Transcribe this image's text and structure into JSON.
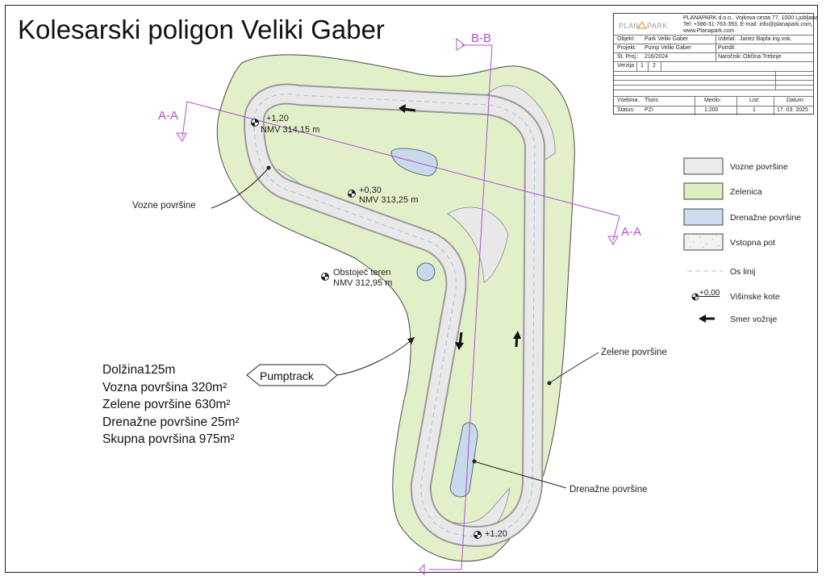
{
  "title": "Kolesarski poligon Veliki Gaber",
  "title_block": {
    "company": "PLANAPARK d.o.o., Vojkova cesta 77, 1000 Ljubljana",
    "contact": "Tel: +386-31-763-393, E-mail: info@planapark.com,",
    "web": "www.Planapark.com",
    "logo_text": "PLANAPARK",
    "objekt_label": "Objekt:",
    "objekt_value": "Park Veliki Gaber",
    "izdelal_label": "Izdelal:",
    "izdelal_value": "Janez Bajda ing.vok.",
    "projekt_label": "Projekt:",
    "projekt_value": "Pump Veliki Gaber",
    "potrdil_label": "Potrdil:",
    "st_proj_label": "Št. Proj.:",
    "st_proj_value": "216/2024",
    "narocnik_label": "Naročnik:",
    "narocnik_value": "Občina Trebnje",
    "verzija_label": "Verzija",
    "verzija_1": "1",
    "verzija_2": "2",
    "vsebina_label": "Vsebina:",
    "vsebina_value": "Tloris",
    "merilo_label": "Merilo:",
    "merilo_value": "1:200",
    "list_label": "List:",
    "list_value": "1",
    "datum_label": "Datum:",
    "datum_value": "17. 03. 2025",
    "status_label": "Status:",
    "status_value": "PZI"
  },
  "sections": {
    "aa": "A-A",
    "bb": "B-B"
  },
  "elevations": {
    "top": {
      "kota": "+1,20",
      "nmv": "NMV 314,15 m"
    },
    "mid": {
      "kota": "+0,30",
      "nmv": "NMV 313,25 m"
    },
    "terrain": {
      "label": "Obstoječ teren",
      "nmv": "NMV 312,95 m"
    },
    "bottom": {
      "kota": "+1,20"
    }
  },
  "callouts": {
    "vozne": "Vozne površine",
    "zelene": "Zelene površine",
    "drenazne": "Drenažne površine",
    "pumptrack": "Pumptrack"
  },
  "stats": [
    "Dolžina125m",
    "Vozna površina 320m²",
    "Zelene površine 630m²",
    "Drenažne površine 25m²",
    "Skupna površina 975m²"
  ],
  "legend": [
    {
      "key": "vozne",
      "label": "Vozne površine",
      "color": "#ececec"
    },
    {
      "key": "zelenica",
      "label": "Zelenica",
      "color": "#dcedc1"
    },
    {
      "key": "drenazne",
      "label": "Drenažne površine",
      "color": "#cddcec"
    },
    {
      "key": "vstopna",
      "label": "Vstopna pot",
      "color": "#f2f2f2"
    },
    {
      "key": "os",
      "label": "Os linij",
      "color": "#9fc6e0"
    },
    {
      "key": "kote",
      "label": "Višinske kote",
      "sample": "+0,00"
    },
    {
      "key": "smer",
      "label": "Smer vožnje"
    }
  ],
  "colors": {
    "green": "#e2f0c9",
    "track": "#e8e8e9",
    "track_edge": "#9a9a9a",
    "drain": "#c9d9ec",
    "section": "#b04fd0"
  }
}
